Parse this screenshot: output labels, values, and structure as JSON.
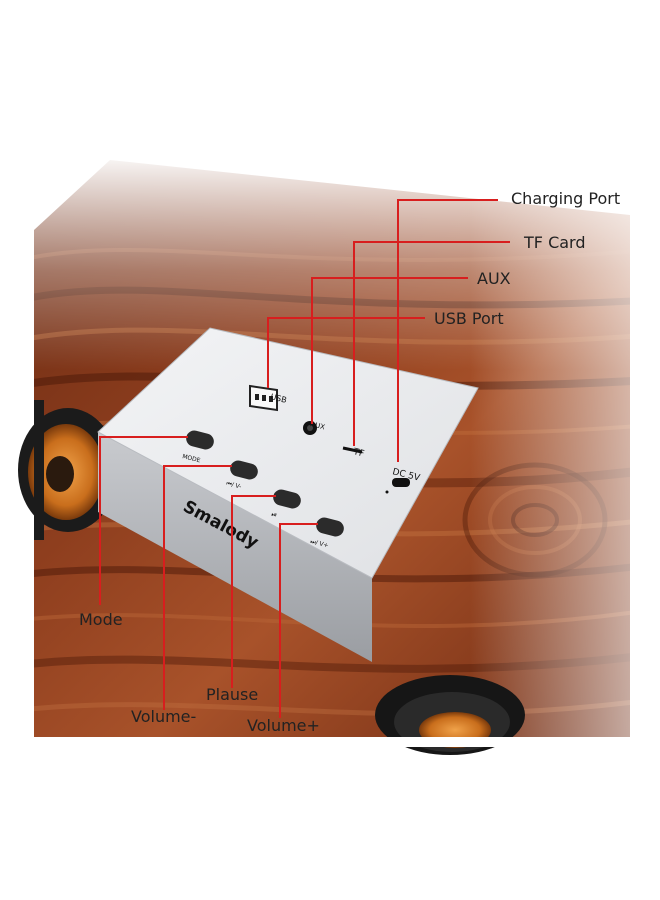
{
  "product": {
    "brand": "Smalody",
    "panel_labels": {
      "usb": "USB",
      "aux": "AUX",
      "tf": "TF",
      "dc": "DC 5V",
      "mode": "MODE",
      "prev": "⏮/ V-",
      "play": "⏯",
      "next": "⏭/ V+"
    }
  },
  "callouts": {
    "charging_port": "Charging Port",
    "tf_card": "TF Card",
    "aux": "AUX",
    "usb_port": "USB Port",
    "mode": "Mode",
    "plause": "Plause",
    "volume_minus": "Volume-",
    "volume_plus": "Volume+"
  },
  "colors": {
    "wood_dark": "#5a200e",
    "wood_mid": "#8a3a1c",
    "wood_light": "#b2623a",
    "panel": "#ecedef",
    "leader_line": "#d81e1e",
    "button": "#2b2b2b",
    "speaker_orange": "#e08a2a"
  }
}
